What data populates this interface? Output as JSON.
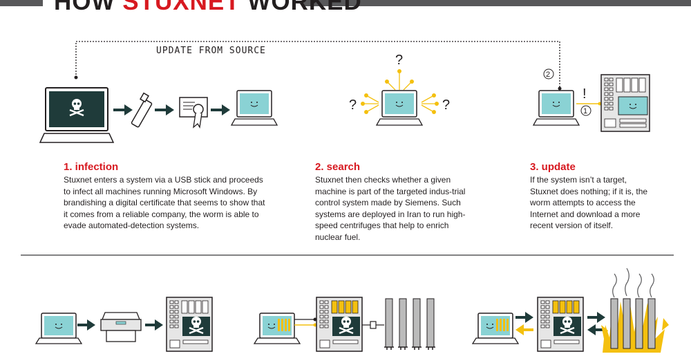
{
  "title": {
    "prefix": "HOW ",
    "highlight": "STUXNET",
    "suffix": " WORKED"
  },
  "update_label": "UPDATE FROM SOURCE",
  "markers": {
    "one": "1",
    "two": "2",
    "question": "?",
    "exclaim": "!"
  },
  "steps": [
    {
      "heading": "1. infection",
      "body": "Stuxnet enters a system via a USB stick and proceeds to infect all machines running Microsoft Windows. By brandishing a digital certificate that seems to show that it comes from a reliable company, the worm is able to evade automated-detection systems."
    },
    {
      "heading": "2. search",
      "body": "Stuxnet then checks whether a given machine is part of the targeted indus-trial control system made by Siemens. Such systems are deployed in Iran to run high-speed centrifuges that help to enrich nuclear fuel."
    },
    {
      "heading": "3. update",
      "body": "If the system isn’t a target, Stuxnet does nothing; if it is, the worm attempts to access the Internet and download a more recent version of itself."
    }
  ],
  "colors": {
    "red": "#d71920",
    "dark": "#231f20",
    "teal": "#8ad2d4",
    "yellow": "#f4c00f",
    "grey": "#58585a",
    "screen_dark": "#1f3b3a"
  },
  "icons": [
    "skull-icon",
    "usb-stick-icon",
    "certificate-icon",
    "laptop-icon",
    "plc-controller-icon",
    "printer-icon",
    "centrifuge-icon",
    "fire-icon",
    "arrow-icon"
  ]
}
